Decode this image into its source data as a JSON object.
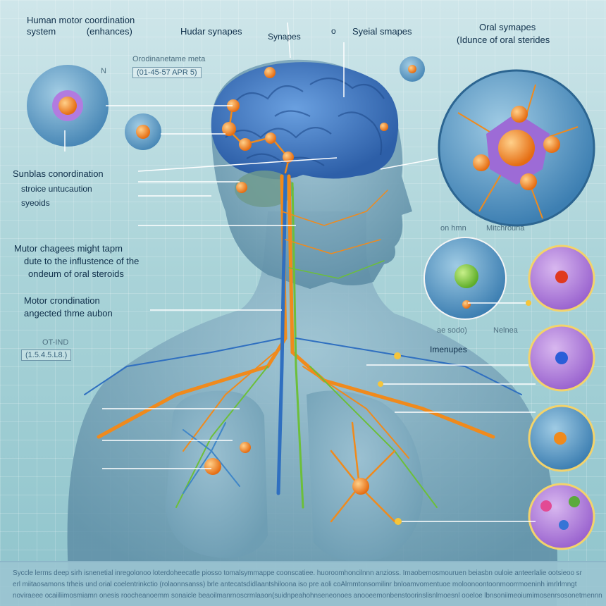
{
  "labels": {
    "title_line1": "Human motor coordination",
    "title_line2": "system",
    "title_line2_suffix": "(enhances)",
    "small_n": "N",
    "coordinate_text": "Orodinanetame meta",
    "coordinate_code": "(01-45-57 APR 5)",
    "hudar_synapses": "Hudar synapes",
    "synapes": "Synapes",
    "syeial_smapes": "Syeial smapes",
    "o_prefix": "o",
    "oral_synapes": "Oral symapes",
    "influence_oral": "(Idunce of oral sterides",
    "sunblas_line1": "Sunblas conordination",
    "sunblas_line2": "stroice untucaution",
    "sunblas_line3": "syeoids",
    "motor_changes_line1": "Mutor chagees might tapm",
    "motor_changes_line2": "dute to the influstence of the",
    "motor_changes_line3": "ondeum of oral steroids",
    "motor_coord_line1": "Motor crondination",
    "motor_coord_line2": "angected thme aubon",
    "ind_text": "OT-IND",
    "ind_code": "(1.5.4.5.L8.)",
    "cell_label_left": "on hmn",
    "cell_label_right": "Mitchrouna",
    "cell_bottom_left": "ae sodo)",
    "cell_bottom_right": "Nelnea",
    "imenupes": "Imenupes"
  },
  "footer": {
    "line1": "Syccle lerms deep sirh isnenetial inregolonoo loterdoheecatle piosso tomalsymmappe coonscatiee. huoroomhoncilnnn anzioss. Imaobemosmouruen beiasbn ouloie anteerlalie ootsieoo sr",
    "line2": "erl miitaosamons trheis und orial coelentrinkctio (rolaonnsanss) brle antecatsdidlaantshiloona iso pre aoli coAlmmtonsomilinr bnloamvomentuoe moloonoontoonmoorrmoeninh imrlrlmngt",
    "line3": "noviraeee ocaiiliimosmiamn onesis roocheanoemm sonaicle beaoilmanrnoscrmlaaon(suidnpeahohnseneonoes anooeemonbenstoorinslisnlmoesnl ooeloe lbnsoniimeoiumimosenrsosonetmennn"
  },
  "colors": {
    "background_top": "#cfe6ea",
    "background_bottom": "#8fc4cc",
    "brain": "#3e78c2",
    "body": "#6f9fb4",
    "nerve_orange": "#f08a1c",
    "nerve_blue": "#2f6fc0",
    "nerve_green": "#6cbf3a",
    "synapse_node": "#f37f1f",
    "cell_purple": "#a979d8",
    "cell_ring": "#f3d36b"
  }
}
